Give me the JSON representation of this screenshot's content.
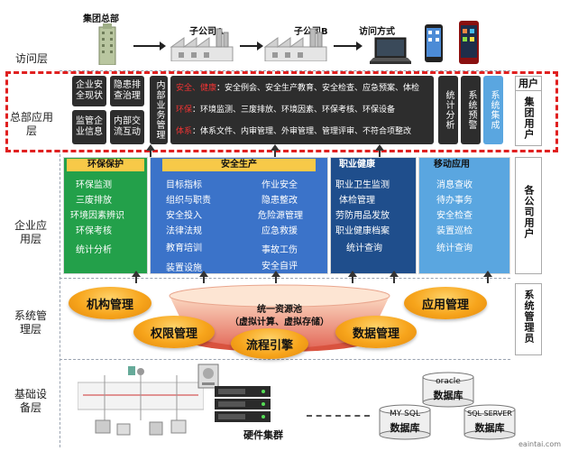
{
  "layers": {
    "access": "访问层",
    "hq_app": "总部应用层",
    "enterprise_app": "企业应用层",
    "system_mgmt": "系统管理层",
    "infrastructure": "基础设备层"
  },
  "access": {
    "hq": "集团总部",
    "sub_a": "子公司A",
    "sub_b": "子公司B",
    "access_method": "访问方式"
  },
  "hq_app": {
    "boxes": [
      "企业安全现状",
      "隐患排查治理",
      "监管企业信息",
      "内部交流互动"
    ],
    "internal_mgmt": "内部业务管理",
    "rows": [
      {
        "tag": "安全、健康",
        "text": "：安全例会、安全生产教育、安全检查、应急预案、体检"
      },
      {
        "tag": "环保",
        "text": "：环境监测、三废排放、环境因素、环保考核、环保设备"
      },
      {
        "tag": "体系",
        "text": "：体系文件、内审管理、外审管理、管理评审、不符合项整改"
      }
    ],
    "stats": "统计分析",
    "warning": "系统预警",
    "integration": "系统集成"
  },
  "users": {
    "user_title": "用户",
    "group_users": "集团用户",
    "company_users": "各公司用户",
    "sys_admin": "系统管理员"
  },
  "enterprise": {
    "env": {
      "title": "环保保护",
      "items": [
        "环保监测",
        "三废排放",
        "环境因素辨识",
        "环保考核",
        "统计分析"
      ]
    },
    "safety": {
      "title": "安全生产",
      "col1": [
        "目标指标",
        "组织与职责",
        "安全投入",
        "法律法规",
        "教育培训",
        "装置设施"
      ],
      "col2": [
        "作业安全",
        "隐患整改",
        "危险源管理",
        "应急救援",
        "事故工伤",
        "安全自评"
      ]
    },
    "health": {
      "title": "职业健康",
      "items": [
        "职业卫生监测",
        "体检管理",
        "劳防用品发放",
        "职业健康档案",
        "统计查询"
      ]
    },
    "mobile": {
      "title": "移动应用",
      "items": [
        "消息查收",
        "待办事务",
        "安全检查",
        "装置巡检",
        "统计查询"
      ]
    }
  },
  "system": {
    "pool_title": "统一资源池",
    "pool_sub": "（虚拟计算、虚拟存储）",
    "org": "机构管理",
    "perm": "权限管理",
    "flow": "流程引擎",
    "data": "数据管理",
    "app": "应用管理"
  },
  "infra": {
    "cluster": "硬件集群",
    "db_oracle_top": "oracle",
    "db_oracle": "数据库",
    "db_mysql_top": "MY SQL",
    "db_mysql": "数据库",
    "db_sql_top": "SQL SERVER",
    "db_sql": "数据库"
  },
  "watermark": "eaintai.com",
  "colors": {
    "red": "#e02020",
    "green": "#23a04a",
    "blue": "#3b73c9",
    "navy": "#1f4e8c",
    "lightblue": "#5aa6e0",
    "orange": "#f7a51c"
  }
}
